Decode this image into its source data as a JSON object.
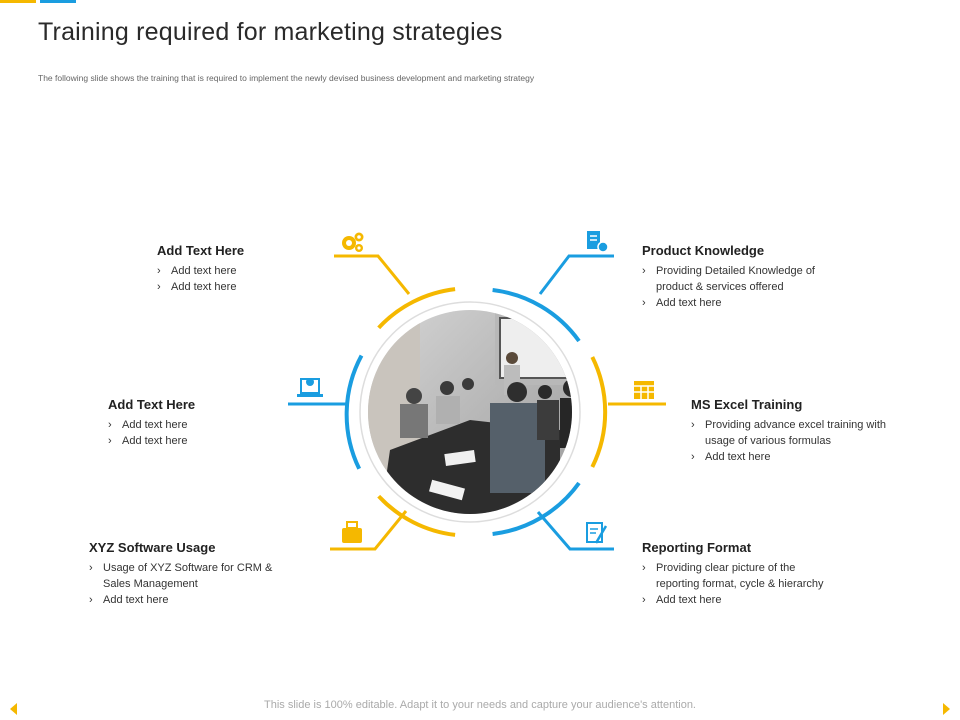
{
  "title": "Training required for marketing strategies",
  "subtitle": "The following slide shows the training that is required to implement the newly devised  business development and marketing strategy",
  "colors": {
    "yellow": "#f5b800",
    "blue": "#1a9de0"
  },
  "photo": {
    "description_icon": "meeting-room-photo"
  },
  "blocks": [
    {
      "title": "Add Text Here",
      "bullets": [
        "Add text here",
        "Add text here"
      ],
      "icon": "gears-icon"
    },
    {
      "title": "Add Text Here",
      "bullets": [
        "Add text here",
        "Add text here"
      ],
      "icon": "laptop-gear-icon"
    },
    {
      "title": "XYZ Software Usage",
      "bullets": [
        "Usage of XYZ Software for CRM &\nSales Management",
        "Add text here"
      ],
      "icon": "briefcase-icon"
    },
    {
      "title": "Product Knowledge",
      "bullets": [
        "Providing Detailed Knowledge of\nproduct & services offered",
        "Add text here"
      ],
      "icon": "document-gear-icon"
    },
    {
      "title": "MS Excel Training",
      "bullets": [
        "Providing advance excel training with\nusage of various formulas",
        "Add text here"
      ],
      "icon": "spreadsheet-icon"
    },
    {
      "title": "Reporting Format",
      "bullets": [
        "Providing clear picture of the\nreporting format, cycle & hierarchy",
        "Add text here"
      ],
      "icon": "report-pen-icon"
    }
  ],
  "footer": "This slide is 100% editable. Adapt it to your needs and capture your audience's attention."
}
